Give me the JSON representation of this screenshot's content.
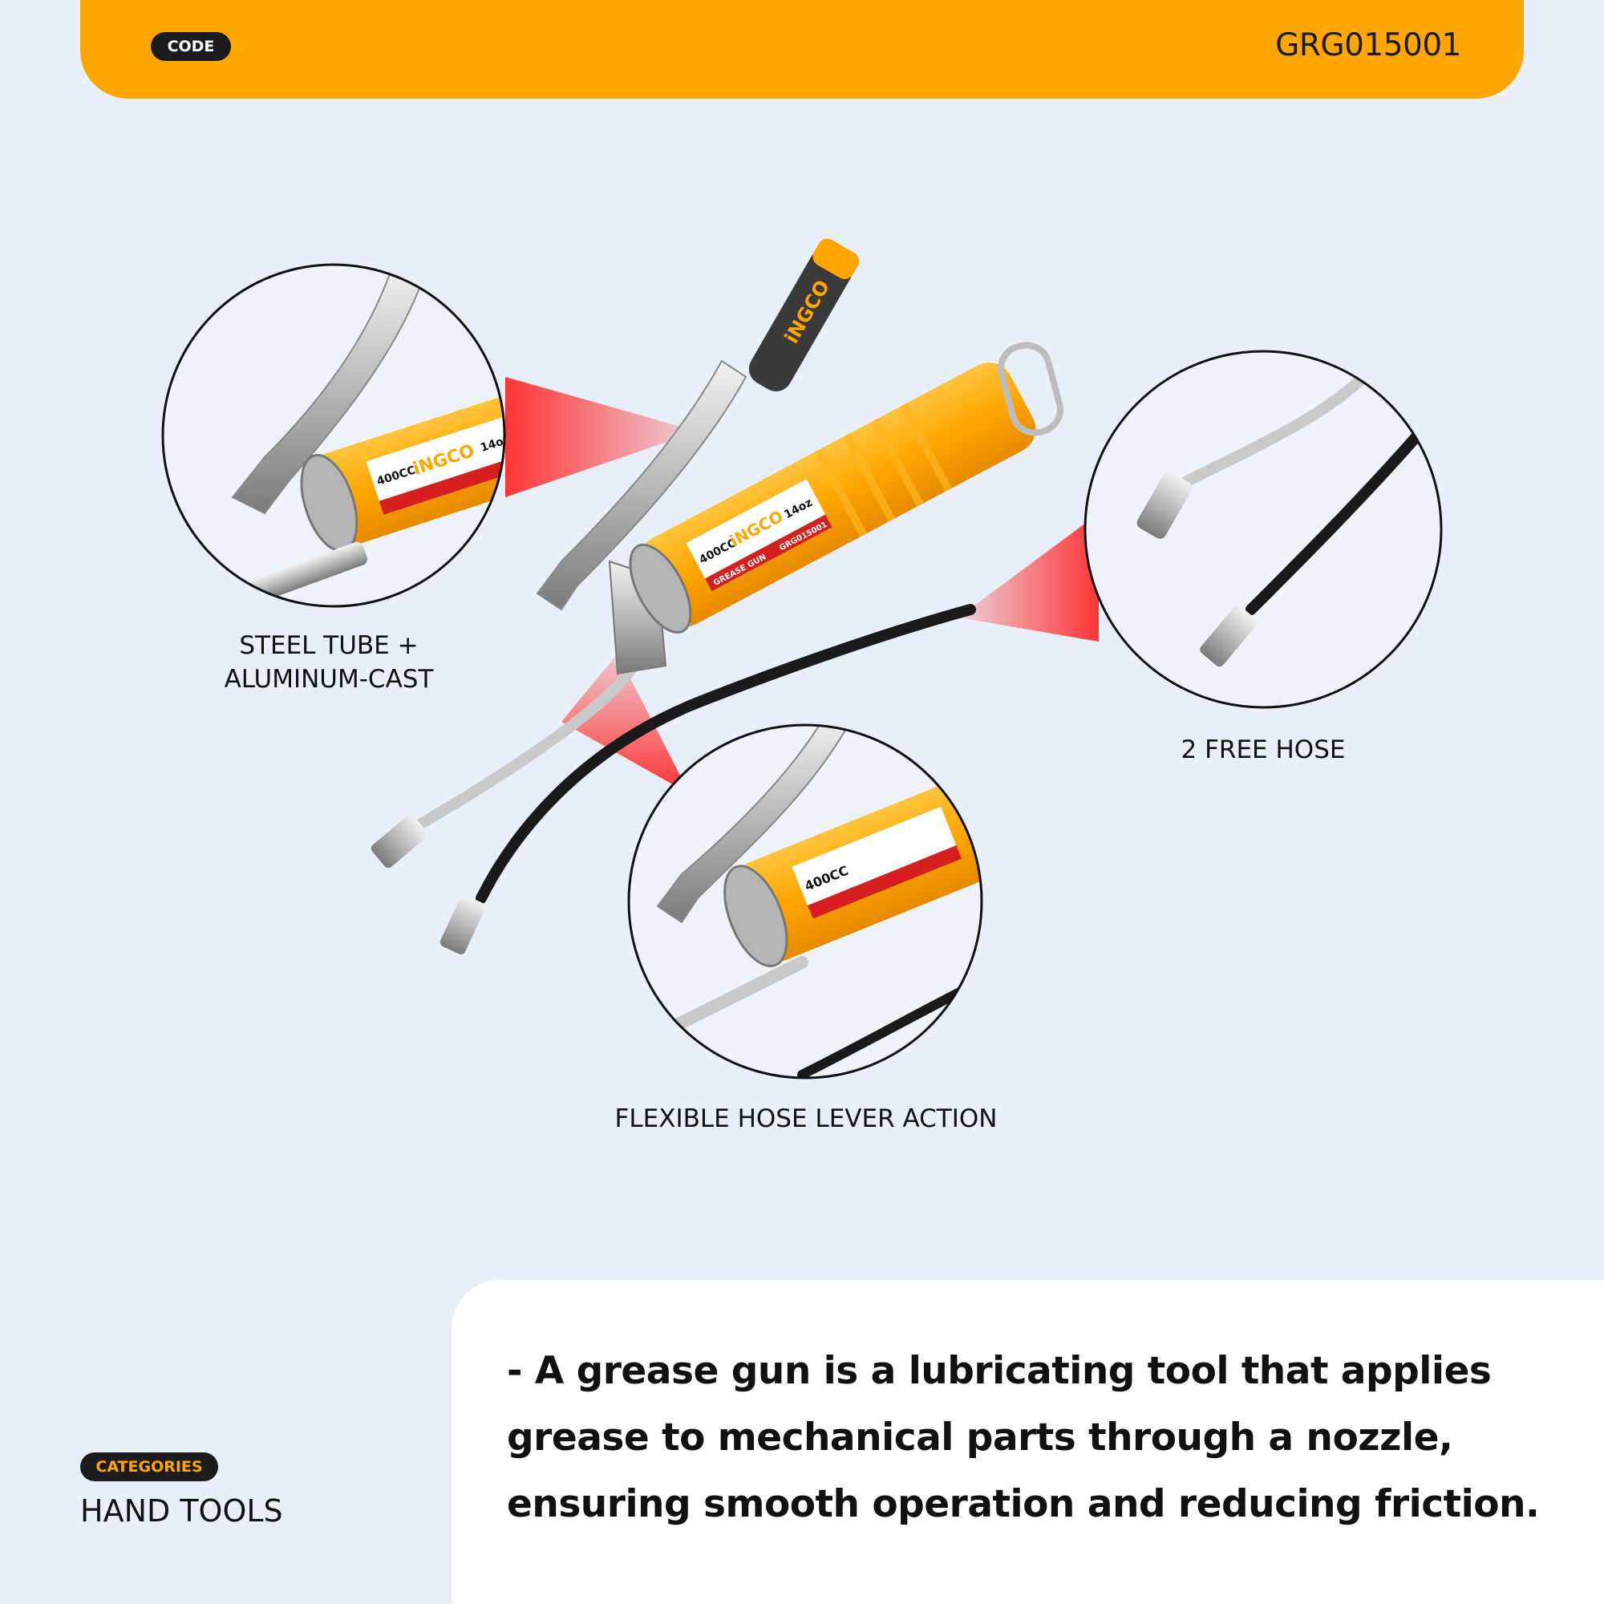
{
  "header": {
    "code_label": "CODE",
    "code_value": "GRG015001"
  },
  "product": {
    "brand": "iNGCO",
    "label_capacity": "400CC",
    "label_weight": "14oz",
    "label_type": "GREASE GUN",
    "label_code": "GRG015001"
  },
  "callouts": {
    "steel_tube": "STEEL TUBE +\nALUMINUM-CAST",
    "free_hose": "2 FREE HOSE",
    "flexible_hose": "FLEXIBLE HOSE LEVER ACTION"
  },
  "footer": {
    "categories_label": "CATEGORIES",
    "category_value": "HAND TOOLS",
    "description": "-  A grease gun is a lubricating tool that applies grease to mechanical parts through a nozzle, ensuring smooth operation and reducing friction."
  },
  "colors": {
    "accent": "#ffa600",
    "background": "#e9eff8",
    "callout_beam": "#ff2a2a"
  }
}
